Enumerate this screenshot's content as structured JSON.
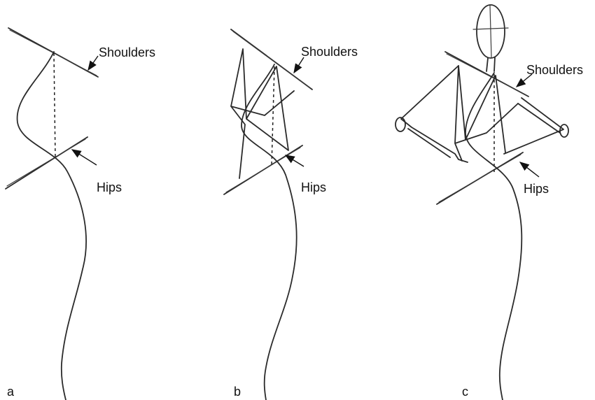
{
  "labels": {
    "shoulders": "Shoulders",
    "hips": "Hips"
  },
  "panels": [
    {
      "id": "a",
      "label": "a"
    },
    {
      "id": "b",
      "label": "b"
    },
    {
      "id": "c",
      "label": "c"
    }
  ],
  "colors": {
    "stroke": "#2b2b2b",
    "text": "#111111",
    "background": "#ffffff"
  }
}
